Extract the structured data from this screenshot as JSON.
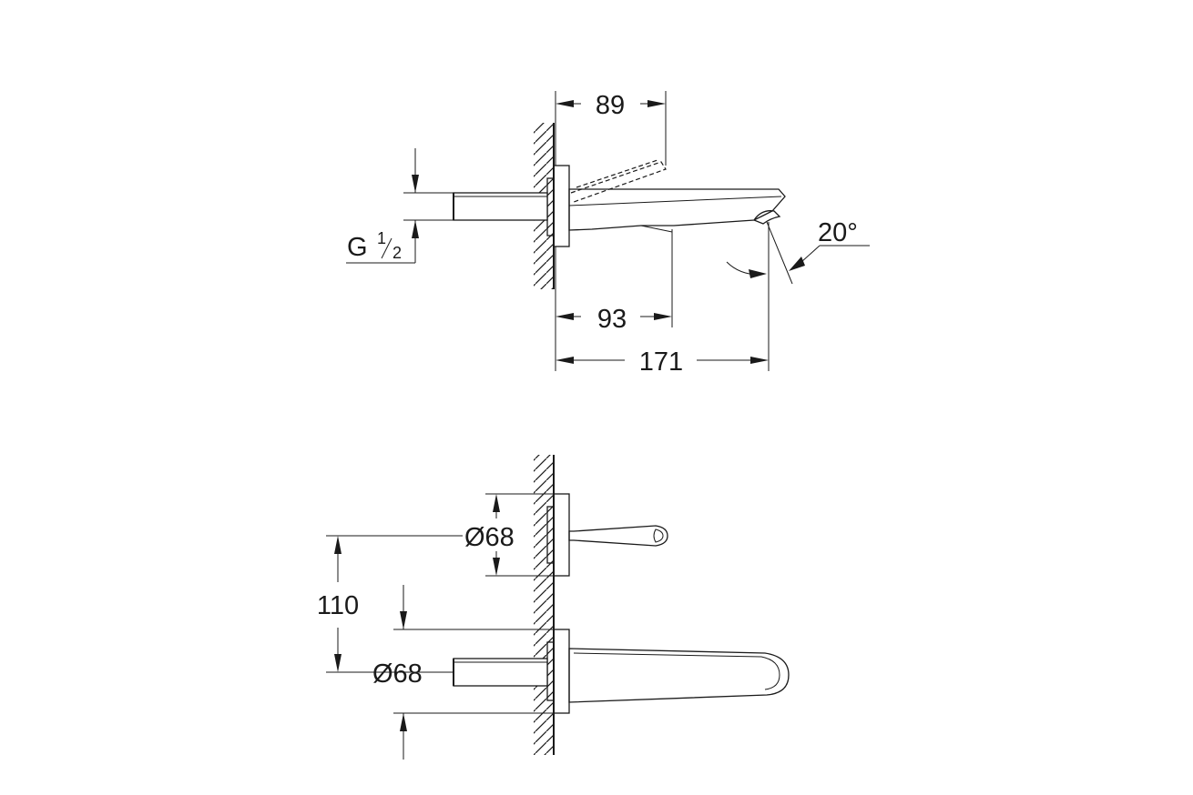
{
  "side_view": {
    "dim_top": "89",
    "thread_letter": "G",
    "thread_num": "1",
    "thread_den": "2",
    "angle": "20°",
    "dim_mid": "93",
    "dim_bottom": "171"
  },
  "top_view": {
    "lever_diameter": "Ø68",
    "spacing": "110",
    "spout_diameter": "Ø68"
  },
  "colors": {
    "line": "#1a1a1a",
    "background": "#ffffff"
  }
}
